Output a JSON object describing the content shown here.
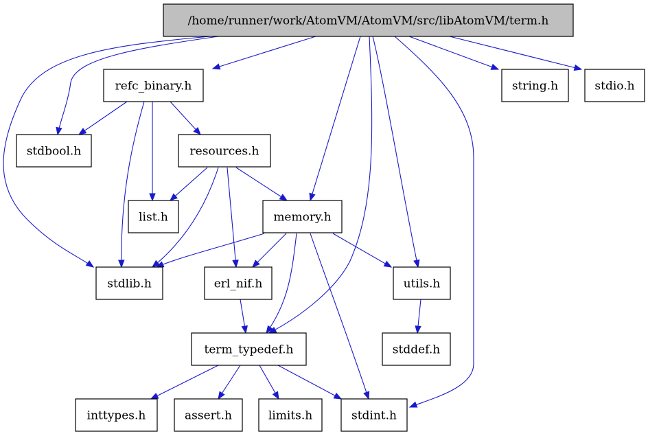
{
  "graph": {
    "root": "/home/runner/work/AtomVM/AtomVM/src/libAtomVM/term.h",
    "nodes": [
      {
        "id": "term",
        "label": "/home/runner/work/AtomVM/AtomVM/src/libAtomVM/term.h",
        "root": true
      },
      {
        "id": "refc",
        "label": "refc_binary.h"
      },
      {
        "id": "string",
        "label": "string.h"
      },
      {
        "id": "stdio",
        "label": "stdio.h"
      },
      {
        "id": "stdbool",
        "label": "stdbool.h"
      },
      {
        "id": "resources",
        "label": "resources.h"
      },
      {
        "id": "list",
        "label": "list.h"
      },
      {
        "id": "memory",
        "label": "memory.h"
      },
      {
        "id": "stdlib",
        "label": "stdlib.h"
      },
      {
        "id": "erlnif",
        "label": "erl_nif.h"
      },
      {
        "id": "utils",
        "label": "utils.h"
      },
      {
        "id": "stddef",
        "label": "stddef.h"
      },
      {
        "id": "termtypedef",
        "label": "term_typedef.h"
      },
      {
        "id": "inttypes",
        "label": "inttypes.h"
      },
      {
        "id": "assert",
        "label": "assert.h"
      },
      {
        "id": "limits",
        "label": "limits.h"
      },
      {
        "id": "stdint",
        "label": "stdint.h"
      }
    ],
    "edges": [
      {
        "from": "term",
        "to": "refc"
      },
      {
        "from": "term",
        "to": "string"
      },
      {
        "from": "term",
        "to": "stdio"
      },
      {
        "from": "term",
        "to": "stdbool"
      },
      {
        "from": "term",
        "to": "stdlib"
      },
      {
        "from": "term",
        "to": "memory"
      },
      {
        "from": "term",
        "to": "termtypedef"
      },
      {
        "from": "term",
        "to": "utils"
      },
      {
        "from": "term",
        "to": "stdint"
      },
      {
        "from": "refc",
        "to": "stdbool"
      },
      {
        "from": "refc",
        "to": "resources"
      },
      {
        "from": "refc",
        "to": "list"
      },
      {
        "from": "refc",
        "to": "stdlib"
      },
      {
        "from": "resources",
        "to": "list"
      },
      {
        "from": "resources",
        "to": "memory"
      },
      {
        "from": "resources",
        "to": "stdlib"
      },
      {
        "from": "resources",
        "to": "erlnif"
      },
      {
        "from": "memory",
        "to": "stdlib"
      },
      {
        "from": "memory",
        "to": "erlnif"
      },
      {
        "from": "memory",
        "to": "utils"
      },
      {
        "from": "memory",
        "to": "termtypedef"
      },
      {
        "from": "memory",
        "to": "stdint"
      },
      {
        "from": "utils",
        "to": "stddef"
      },
      {
        "from": "erlnif",
        "to": "termtypedef"
      },
      {
        "from": "termtypedef",
        "to": "inttypes"
      },
      {
        "from": "termtypedef",
        "to": "assert"
      },
      {
        "from": "termtypedef",
        "to": "limits"
      },
      {
        "from": "termtypedef",
        "to": "stdint"
      }
    ],
    "colors": {
      "edge": "#1a1acc",
      "root_fill": "#bfbfbf",
      "node_fill": "#ffffff",
      "border": "#000000"
    }
  }
}
